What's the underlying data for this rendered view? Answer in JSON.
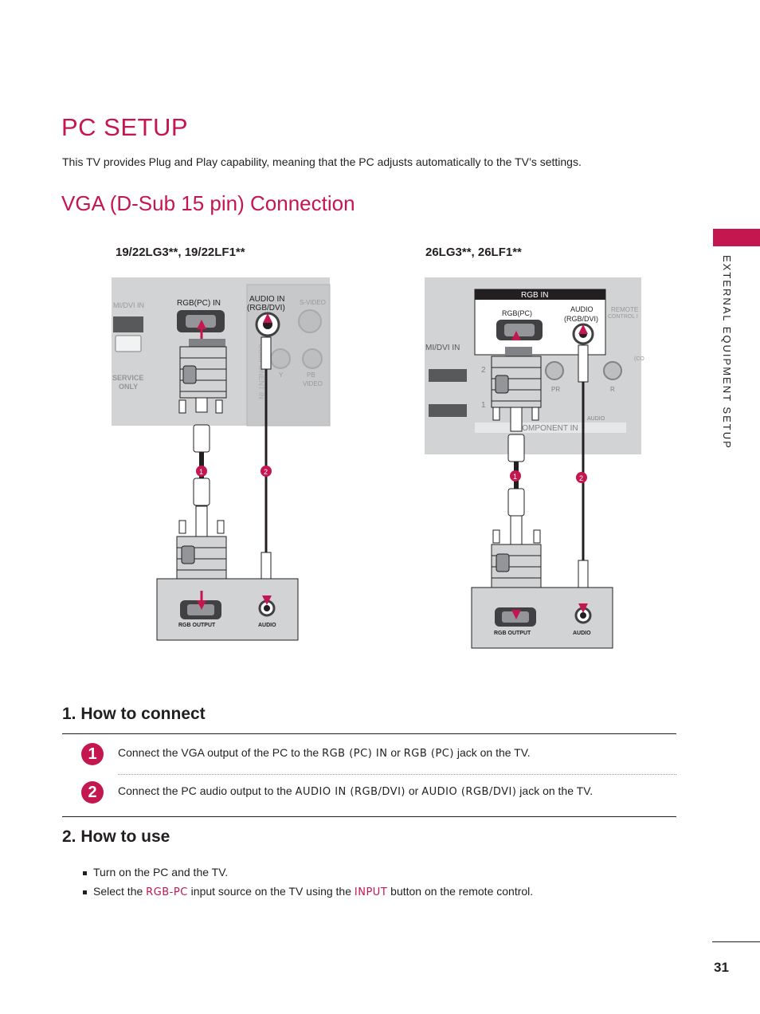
{
  "header": {
    "title": "PC SETUP",
    "intro": "This TV provides Plug and Play capability, meaning that the PC adjusts automatically to the TV’s settings.",
    "subtitle": "VGA (D-Sub 15 pin) Connection"
  },
  "side_tab": {
    "label": "EXTERNAL EQUIPMENT SETUP"
  },
  "diagram_left": {
    "model": "19/22LG3**, 19/22LF1**",
    "labels": {
      "hdmi": "MI/DVI IN",
      "rgb_pc_in": "RGB(PC) IN",
      "audio_in_1": "AUDIO IN",
      "audio_in_2": "(RGB/DVI)",
      "svideo": "S-VIDEO",
      "component": "COMPONENT IN",
      "service_1": "SERVICE",
      "service_2": "ONLY",
      "y": "Y",
      "pb": "PB",
      "video": "VIDEO",
      "rgb_output": "RGB OUTPUT",
      "audio": "AUDIO",
      "num1": "1",
      "num2": "2"
    }
  },
  "diagram_right": {
    "model": "26LG3**, 26LF1**",
    "labels": {
      "rgb_in": "RGB IN",
      "rgb_pc": "RGB(PC)",
      "audio_1": "AUDIO",
      "audio_2": "(RGB/DVI)",
      "remote_1": "REMOTE",
      "remote_2": "CONTROL I",
      "hdmi": "MI/DVI IN",
      "component": "COMPONENT IN",
      "row2": "2",
      "row1": "1",
      "pr": "PR",
      "r": "R",
      "audio_small": "AUDIO",
      "co": "(CO",
      "rgb_output": "RGB OUTPUT",
      "audio": "AUDIO",
      "num1": "1",
      "num2": "2"
    }
  },
  "how_to_connect": {
    "heading": "1. How to connect",
    "steps": [
      {
        "num": "1",
        "pre": "Connect the VGA output of the PC to the ",
        "kw1": "RGB (PC) IN",
        "mid": " or ",
        "kw2": "RGB (PC)",
        "post": " jack on the TV."
      },
      {
        "num": "2",
        "pre": "Connect the PC audio output to the ",
        "kw1": "AUDIO IN (RGB/DVI)",
        "mid": " or ",
        "kw2": "AUDIO (RGB/DVI)",
        "post": " jack on the TV."
      }
    ]
  },
  "how_to_use": {
    "heading": "2. How to use",
    "bullet1": "Turn on the PC and the TV.",
    "bullet2_pre": "Select the ",
    "bullet2_kw1": "RGB-PC",
    "bullet2_mid": " input source on the TV using the ",
    "bullet2_kw2": "INPUT",
    "bullet2_post": " button on the remote control."
  },
  "page_number": "31",
  "colors": {
    "accent": "#c4164f",
    "panel": "#d1d3d4",
    "text": "#231f20"
  }
}
